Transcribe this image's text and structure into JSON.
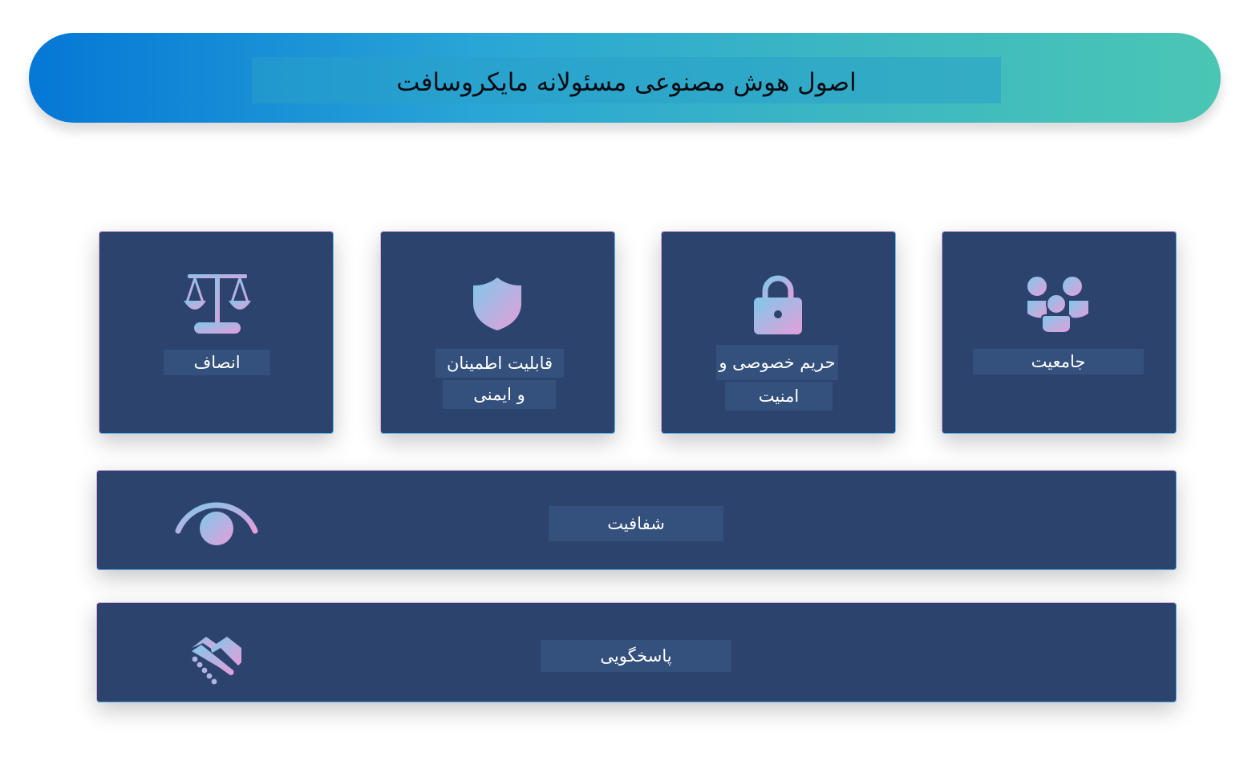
{
  "header": {
    "title": "اصول هوش مصنوعی مسئولانه مایکروسافت"
  },
  "cards": [
    {
      "icon": "people-icon",
      "label": "جامعیت"
    },
    {
      "icon": "lock-icon",
      "label_line1": "حریم خصوصی و",
      "label_line2": "امنیت"
    },
    {
      "icon": "shield-icon",
      "label_line1": "قابلیت اطمینان",
      "label_line2": "و ایمنی"
    },
    {
      "icon": "scale-icon",
      "label": "انصاف"
    }
  ],
  "rows": [
    {
      "icon": "eye-icon",
      "label": "شفافیت"
    },
    {
      "icon": "handshake-icon",
      "label": "پاسخگویی"
    }
  ],
  "colors": {
    "banner_start": "#0577d6",
    "banner_end": "#4bc6b4",
    "card_bg": "#2c436e",
    "icon_gradient_start": "#7fc8ea",
    "icon_gradient_end": "#e59ed9"
  }
}
